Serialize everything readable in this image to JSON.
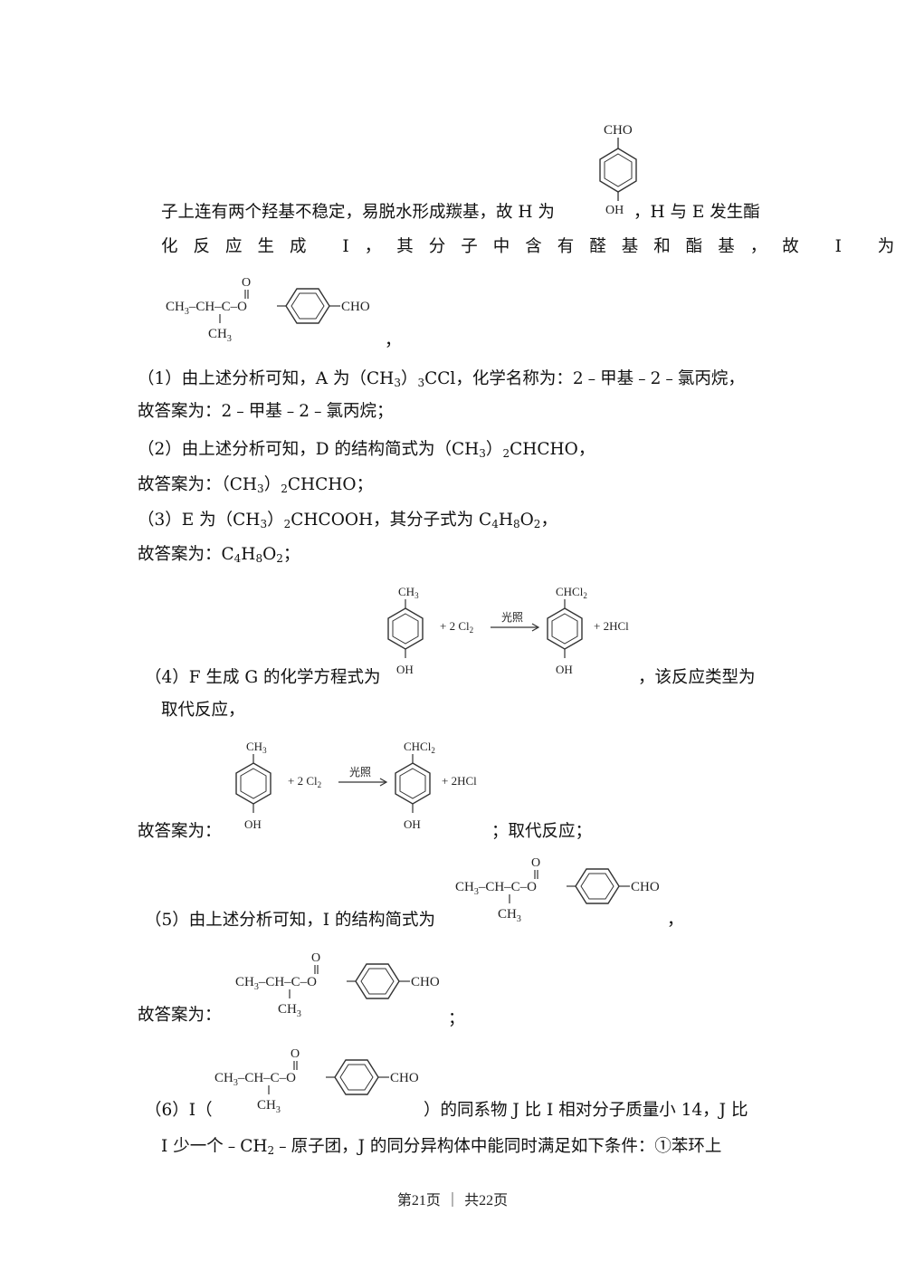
{
  "line1": {
    "a": "子上连有两个羟基不稳定，易脱水形成羰基，故 H 为",
    "b": "，H 与 E 发生酯"
  },
  "line2": "化反应生成 I，其分子中含有醛基和酯基，故 I 为",
  "line3_comma": "，",
  "q1": {
    "a": "（1）由上述分析可知，A 为（CH",
    "s1": "3",
    "b": "）",
    "s2": "3",
    "c": "CCl，化学名称为：2﹣甲基﹣2﹣氯丙烷，",
    "answer": "故答案为：2﹣甲基﹣2﹣氯丙烷；"
  },
  "q2": {
    "a": "（2）由上述分析可知，D 的结构简式为（CH",
    "s1": "3",
    "b": "）",
    "s2": "2",
    "c": "CHCHO，",
    "ans_a": "故答案为：（CH",
    "ans_s1": "3",
    "ans_b": "）",
    "ans_s2": "2",
    "ans_c": "CHCHO；"
  },
  "q3": {
    "a": "（3）E 为（CH",
    "s1": "3",
    "b": "）",
    "s2": "2",
    "c": "CHCOOH，其分子式为 C",
    "s3": "4",
    "d": "H",
    "s4": "8",
    "e": "O",
    "s5": "2",
    "f": "，",
    "ans_a": "故答案为：C",
    "ans_s1": "4",
    "ans_b": "H",
    "ans_s2": "8",
    "ans_c": "O",
    "ans_s3": "2",
    "ans_d": "；"
  },
  "q4": {
    "text": "（4）F 生成 G 的化学方程式为",
    "tail": "，该反应类型为",
    "type": "取代反应，",
    "answer_prefix": "故答案为：",
    "answer_suffix": "；取代反应；"
  },
  "q5": {
    "text": "（5）由上述分析可知，I 的结构简式为",
    "tail": "，",
    "answer_prefix": "故答案为：",
    "answer_suffix": "；"
  },
  "q6": {
    "a": "（6）I（",
    "b": "）的同系物 J 比 I 相对分子质量小 14，J 比",
    "c1": "I 少一个﹣CH",
    "cs": "2",
    "c2": "﹣原子团，J 的同分异构体中能同时满足如下条件：①苯环上"
  },
  "mol": {
    "cho": "CHO",
    "oh": "OH",
    "ch3": "CH",
    "ch3_sub": "3",
    "o": "O",
    "c": "C",
    "ch": "CH",
    "chcl": "CHCl",
    "chcl_sub": "2",
    "cl2_coef": "+ 2 Cl",
    "cl2_sub": "2",
    "hcl": "+ 2HCl",
    "light": "光照"
  },
  "footer": {
    "a": "第",
    "cur": "21",
    "b": "页 ｜ 共",
    "total": "22",
    "c": "页"
  }
}
